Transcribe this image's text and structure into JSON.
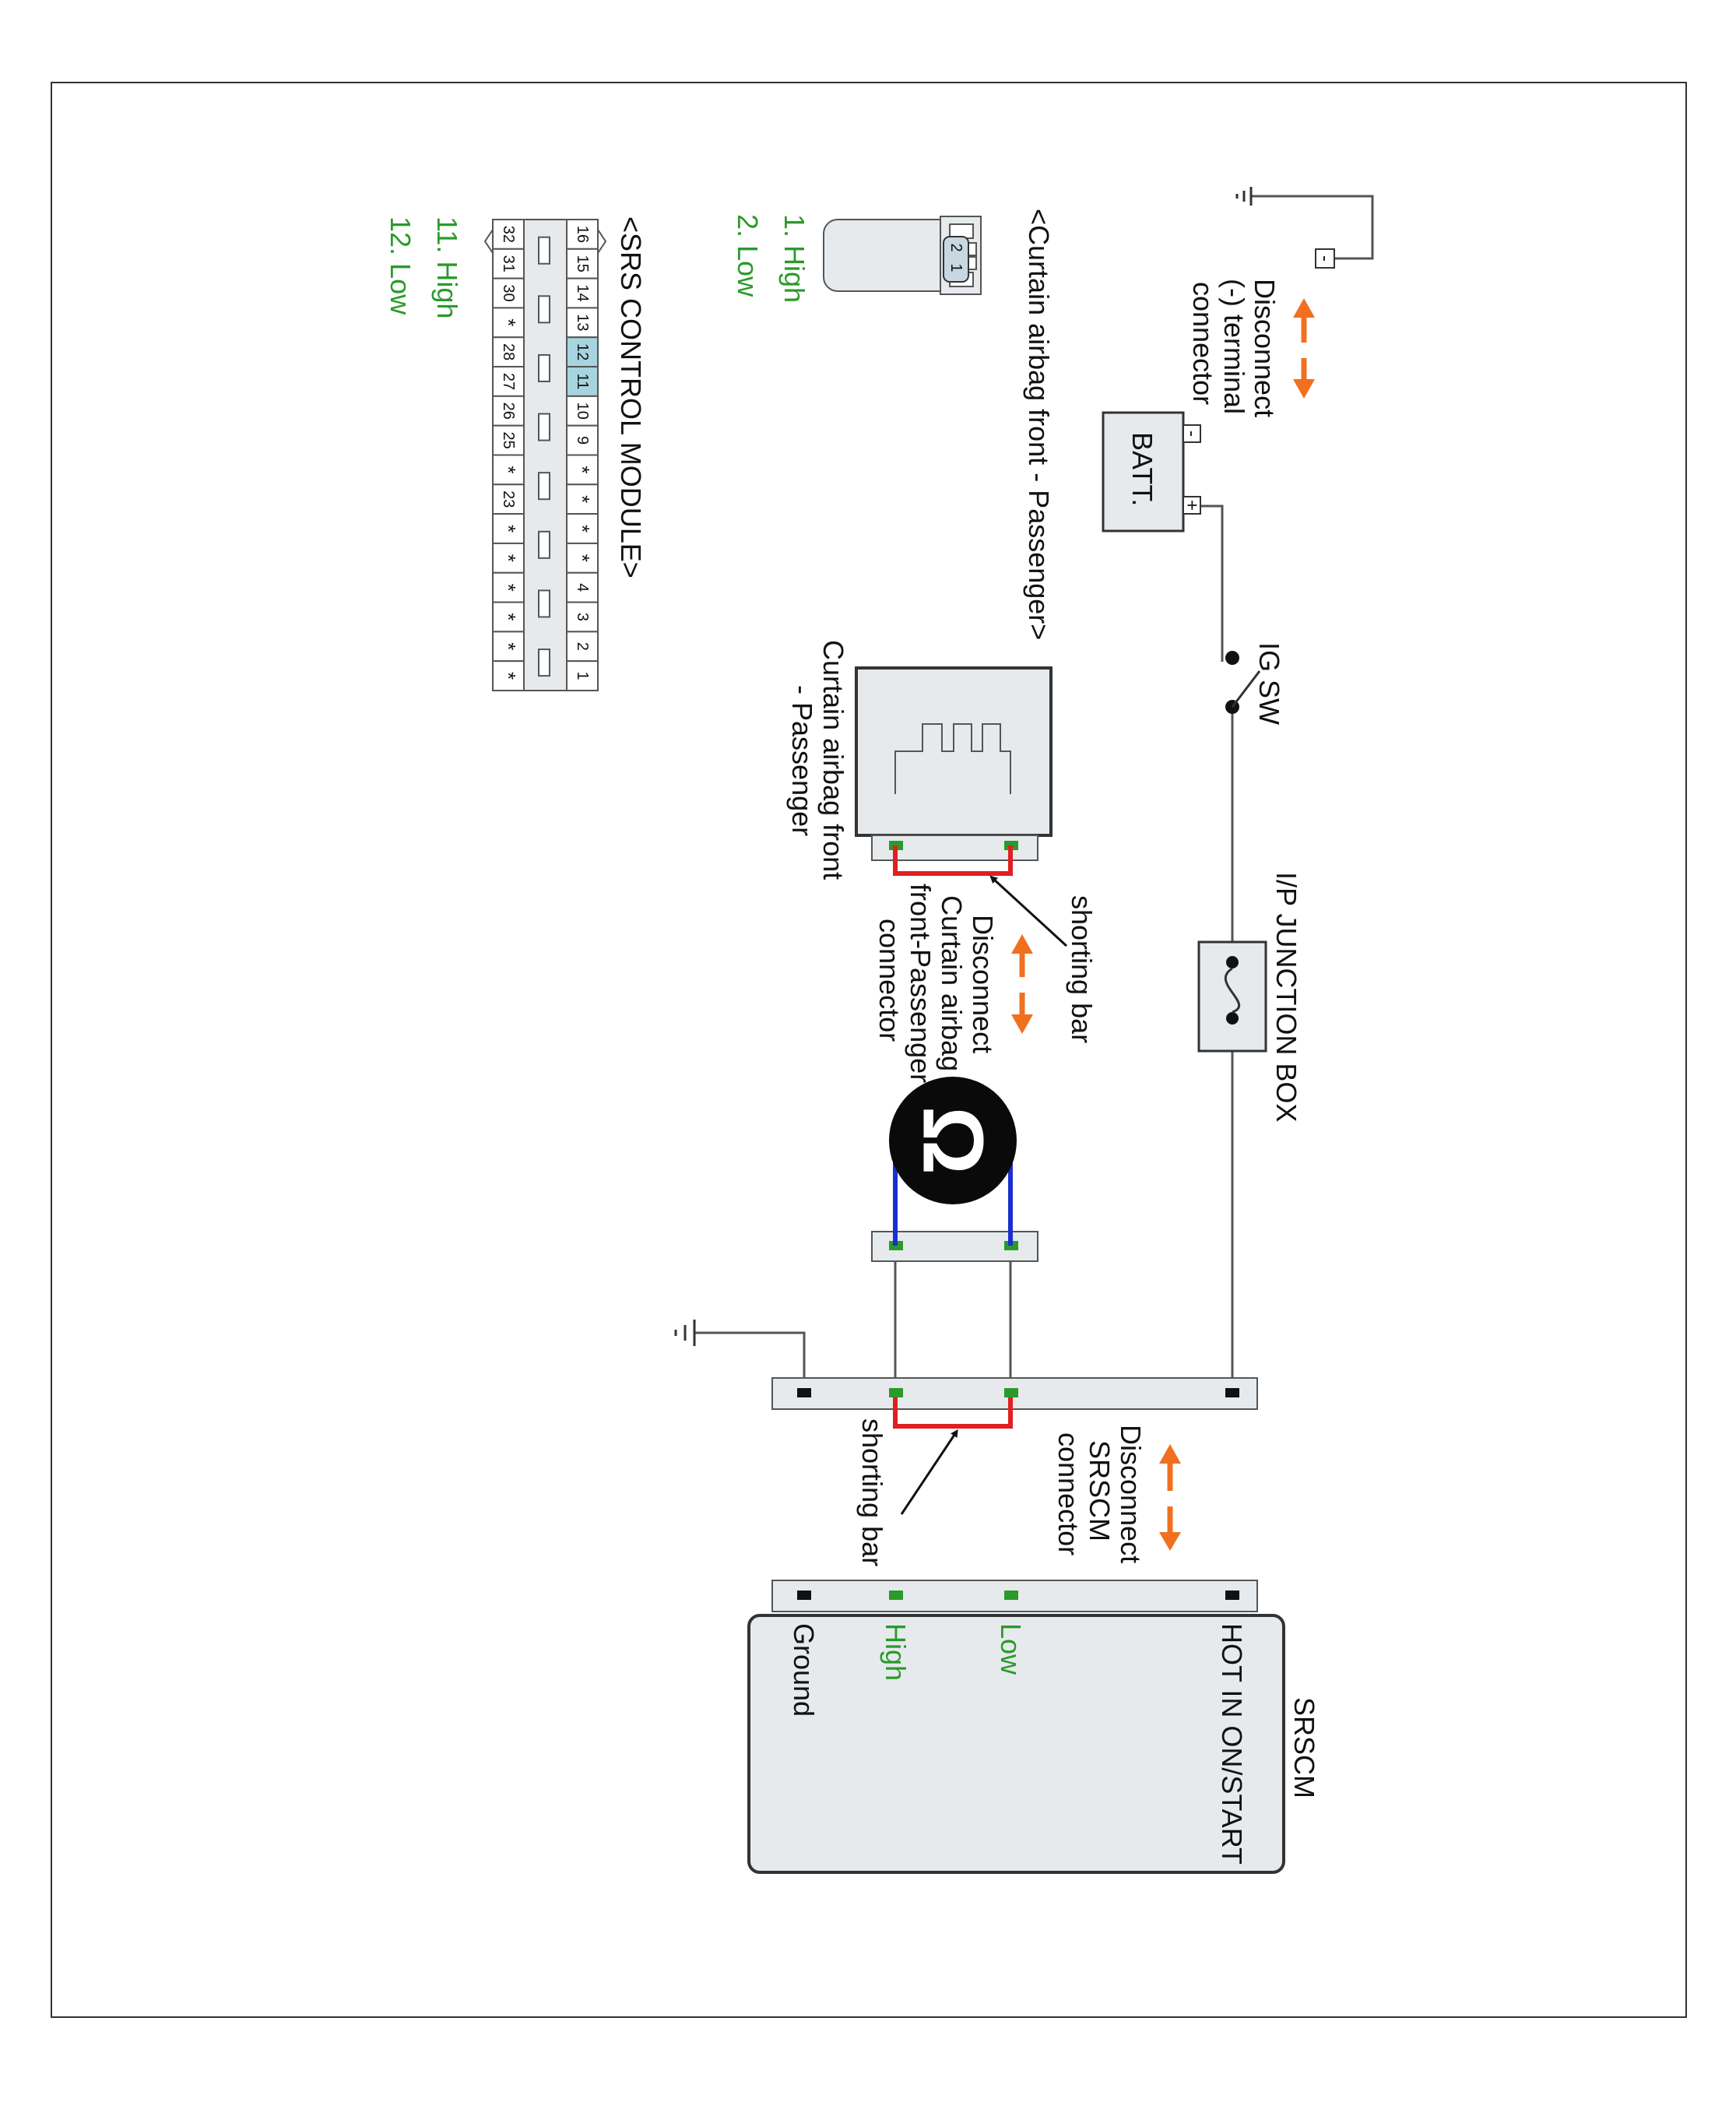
{
  "labels": {
    "srscm_title": "SRSCM",
    "srscm_hot": "HOT IN ON/START",
    "srscm_low": "Low",
    "srscm_high": "High",
    "srscm_ground": "Ground",
    "disc_srscm_1": "Disconnect",
    "disc_srscm_2": "SRSCM",
    "disc_srscm_3": "connector",
    "shorting_bar_1": "shorting bar",
    "shorting_bar_2": "shorting bar",
    "ip_junction_box": "I/P JUNCTION BOX",
    "ig_sw": "IG SW",
    "batt": "BATT.",
    "batt_minus": "-",
    "batt_plus": "+",
    "disc_term_1": "Disconnect",
    "disc_term_2": "(-) terminal",
    "disc_term_3": "connector",
    "disc_curtain_1": "Disconnect",
    "disc_curtain_2": "Curtain airbag",
    "disc_curtain_3": "front-Passenger",
    "disc_curtain_4": "connector",
    "curtain_box_1": "Curtain airbag front",
    "curtain_box_2": "- Passenger",
    "curtain_conn_title": "<Curtain airbag front - Passenger>",
    "curtain_pin_1": "1. High",
    "curtain_pin_2": "2. Low",
    "conn_pin_2": "2",
    "conn_pin_1": "1",
    "ohm_symbol": "Ω",
    "srs_module_title": "<SRS CONTROL MODULE>",
    "srs_pin_11": "11. High",
    "srs_pin_12": "12. Low"
  },
  "srs_connector": {
    "top_row": [
      "16",
      "15",
      "14",
      "13",
      "12",
      "11",
      "10",
      "9",
      "*",
      "*",
      "*",
      "*",
      "4",
      "3",
      "2",
      "1"
    ],
    "bottom_row": [
      "32",
      "31",
      "30",
      "*",
      "28",
      "27",
      "26",
      "25",
      "*",
      "23",
      "*",
      "*",
      "*",
      "*",
      "*",
      "*"
    ],
    "highlighted": [
      "12",
      "11"
    ]
  },
  "colors": {
    "wire": "#555555",
    "shorting_bar": "#e02020",
    "meter_lead": "#1a2fd0",
    "arrow": "#f07020",
    "pin_green": "#2a9a2a",
    "label_green": "#2a9a2a",
    "box_fill": "#e6eaed",
    "highlight": "#a8d4e0"
  }
}
